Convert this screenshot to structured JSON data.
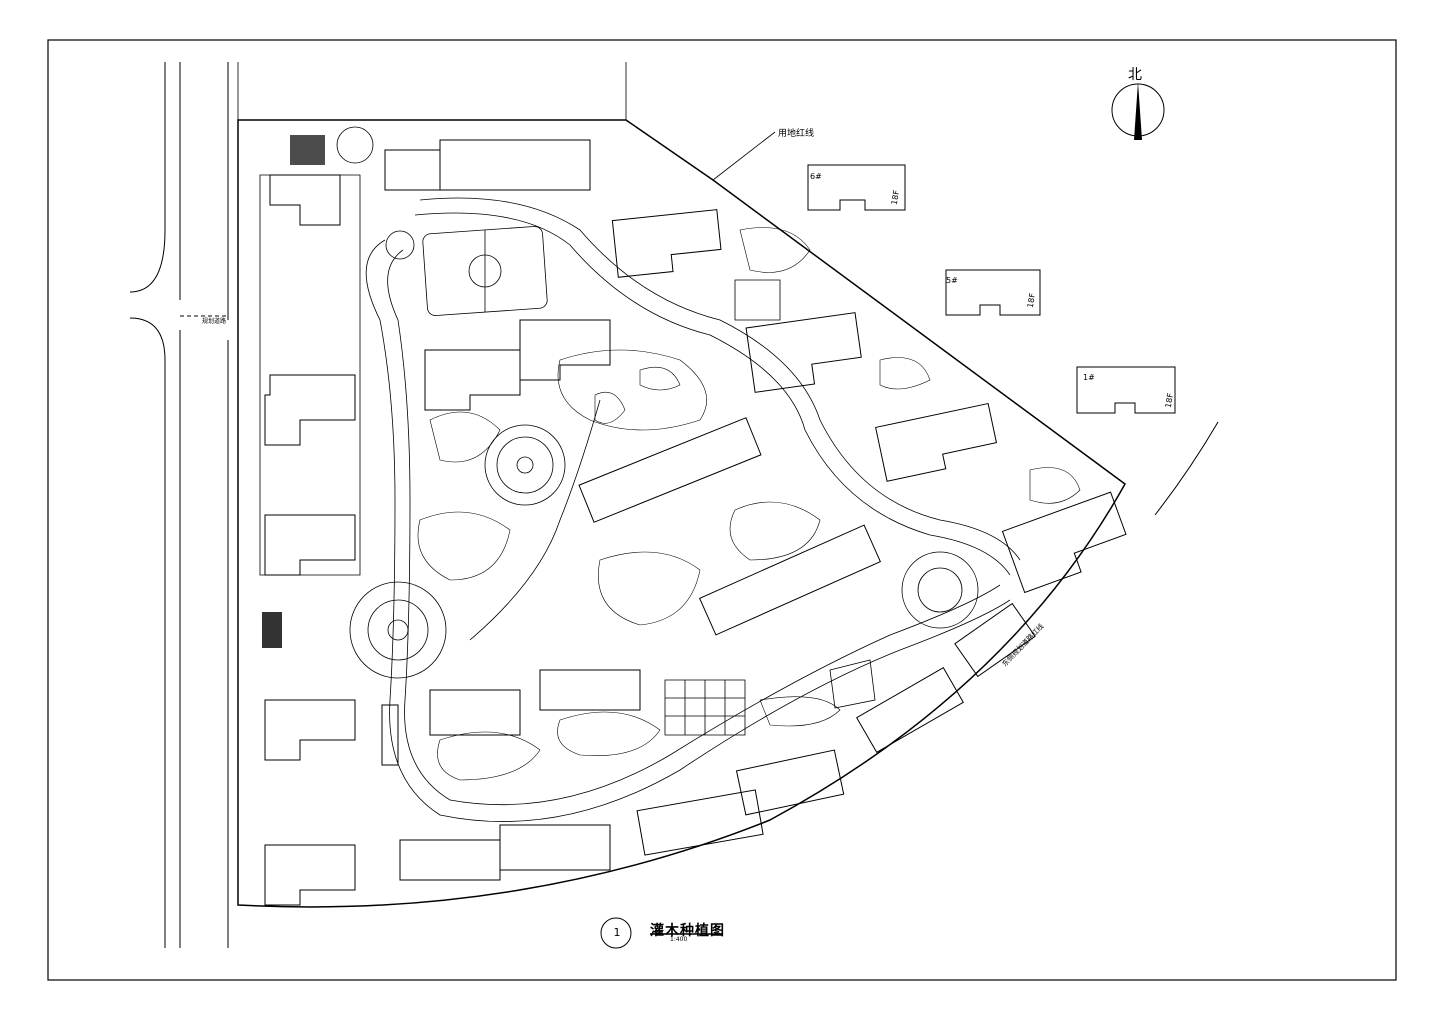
{
  "drawing": {
    "title": "灌木种植图",
    "number": "1",
    "scale": "1:400",
    "north_label": "北",
    "boundary_label": "用地红线",
    "road_label": "规划道路",
    "edge_label": "东侧规划道路红线",
    "buildings": [
      {
        "name": "6#",
        "floors": "18F"
      },
      {
        "name": "5#",
        "floors": "18F"
      },
      {
        "name": "1#",
        "floors": "18F"
      }
    ]
  },
  "colors": {
    "line": "#000000",
    "background": "#ffffff"
  },
  "icons": {
    "north": "north-arrow-icon"
  }
}
